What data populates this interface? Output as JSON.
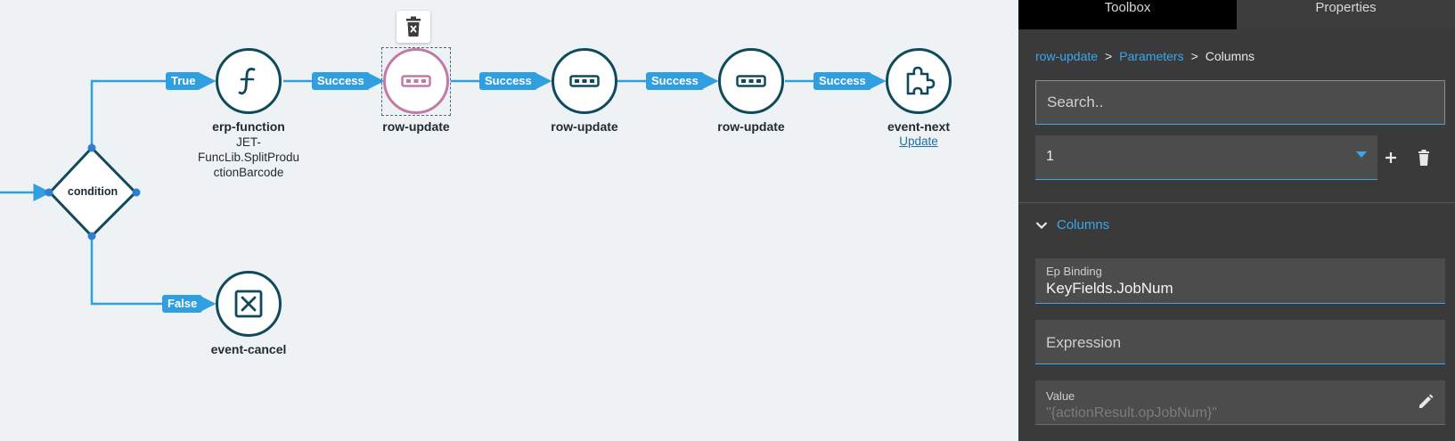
{
  "flow": {
    "labels": {
      "true": "True",
      "false": "False",
      "success_1": "Success",
      "success_2": "Success",
      "success_3": "Success",
      "success_4": "Success"
    },
    "nodes": {
      "condition": {
        "name": "condition"
      },
      "erp_function": {
        "name": "erp-function",
        "detail_1": "JET-",
        "detail_2": "FuncLib.SplitProdu",
        "detail_3": "ctionBarcode",
        "icon": "function-icon"
      },
      "row_update_1": {
        "name": "row-update",
        "icon": "row-update-icon",
        "selected": true
      },
      "row_update_2": {
        "name": "row-update",
        "icon": "row-update-icon"
      },
      "row_update_3": {
        "name": "row-update",
        "icon": "row-update-icon"
      },
      "event_next": {
        "name": "event-next",
        "link": "Update",
        "icon": "puzzle-icon"
      },
      "event_cancel": {
        "name": "event-cancel",
        "icon": "cancel-box-icon"
      }
    },
    "colors": {
      "line": "#2f9fe0",
      "node_border": "#0f4a5c",
      "selected_border": "#c17aa6"
    }
  },
  "panel": {
    "tabs": {
      "toolbox": "Toolbox",
      "properties": "Properties"
    },
    "breadcrumb": {
      "item_1": "row-update",
      "item_2": "Parameters",
      "item_3": "Columns",
      "separator": ">"
    },
    "search": {
      "placeholder": "Search.."
    },
    "selector": {
      "value": "1"
    },
    "section": {
      "title": "Columns"
    },
    "ep_binding": {
      "label": "Ep Binding",
      "value": "KeyFields.JobNum"
    },
    "expression": {
      "label": "Expression"
    },
    "value_field": {
      "label": "Value",
      "value": "\"{actionResult.opJobNum}\""
    },
    "colors": {
      "accent": "#38a8ef",
      "background": "#3a3a3a"
    }
  }
}
